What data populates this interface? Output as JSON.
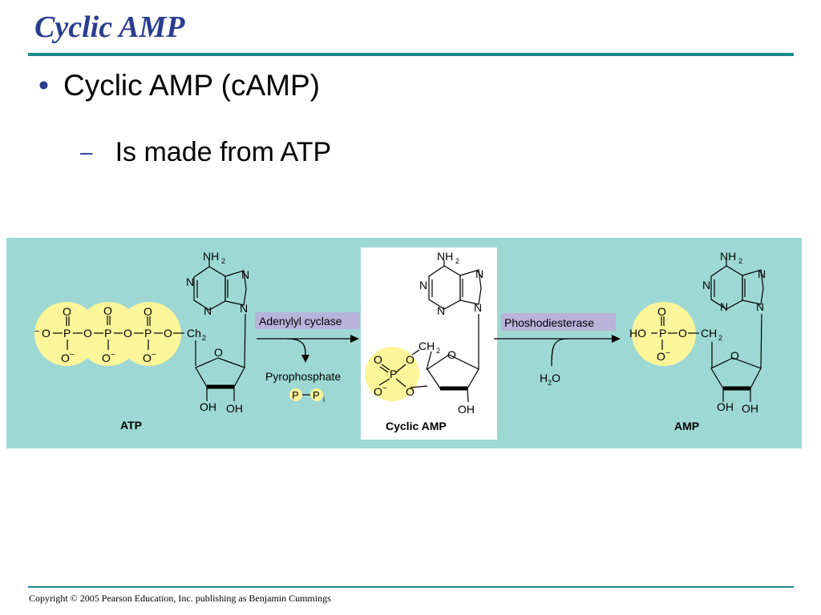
{
  "slide": {
    "title": "Cyclic AMP",
    "bullet": "Cyclic AMP (cAMP)",
    "sub_bullet": "Is made from ATP",
    "footer": "Copyright © 2005 Pearson Education, Inc. publishing as Benjamin Cummings"
  },
  "diagram": {
    "nh2": "NH",
    "nh2_sub": "2",
    "n": "N",
    "o": "O",
    "p": "P",
    "o_minus": "O",
    "minus": "−",
    "oh": "OH",
    "ch2_atp": "Ch",
    "ch2_sub": "2",
    "ch2": "CH",
    "ho": "HO",
    "atp_label": "ATP",
    "camp_label": "Cyclic AMP",
    "amp_label": "AMP",
    "enzyme1": "Adenylyl cyclase",
    "enzyme2": "Phoshodiesterase",
    "pyrophosphate": "Pyrophosphate",
    "p_circle": "P",
    "pi_sub": "i",
    "water_h": "H",
    "water_sub": "2",
    "water_o": "O"
  },
  "colors": {
    "title": "#2a3d8f",
    "rule": "#1e8a8a",
    "panel": "#9ed8d4",
    "phosphate": "#fdf59a",
    "enzyme_box": "#b9b3dc",
    "bond": "#000000"
  }
}
